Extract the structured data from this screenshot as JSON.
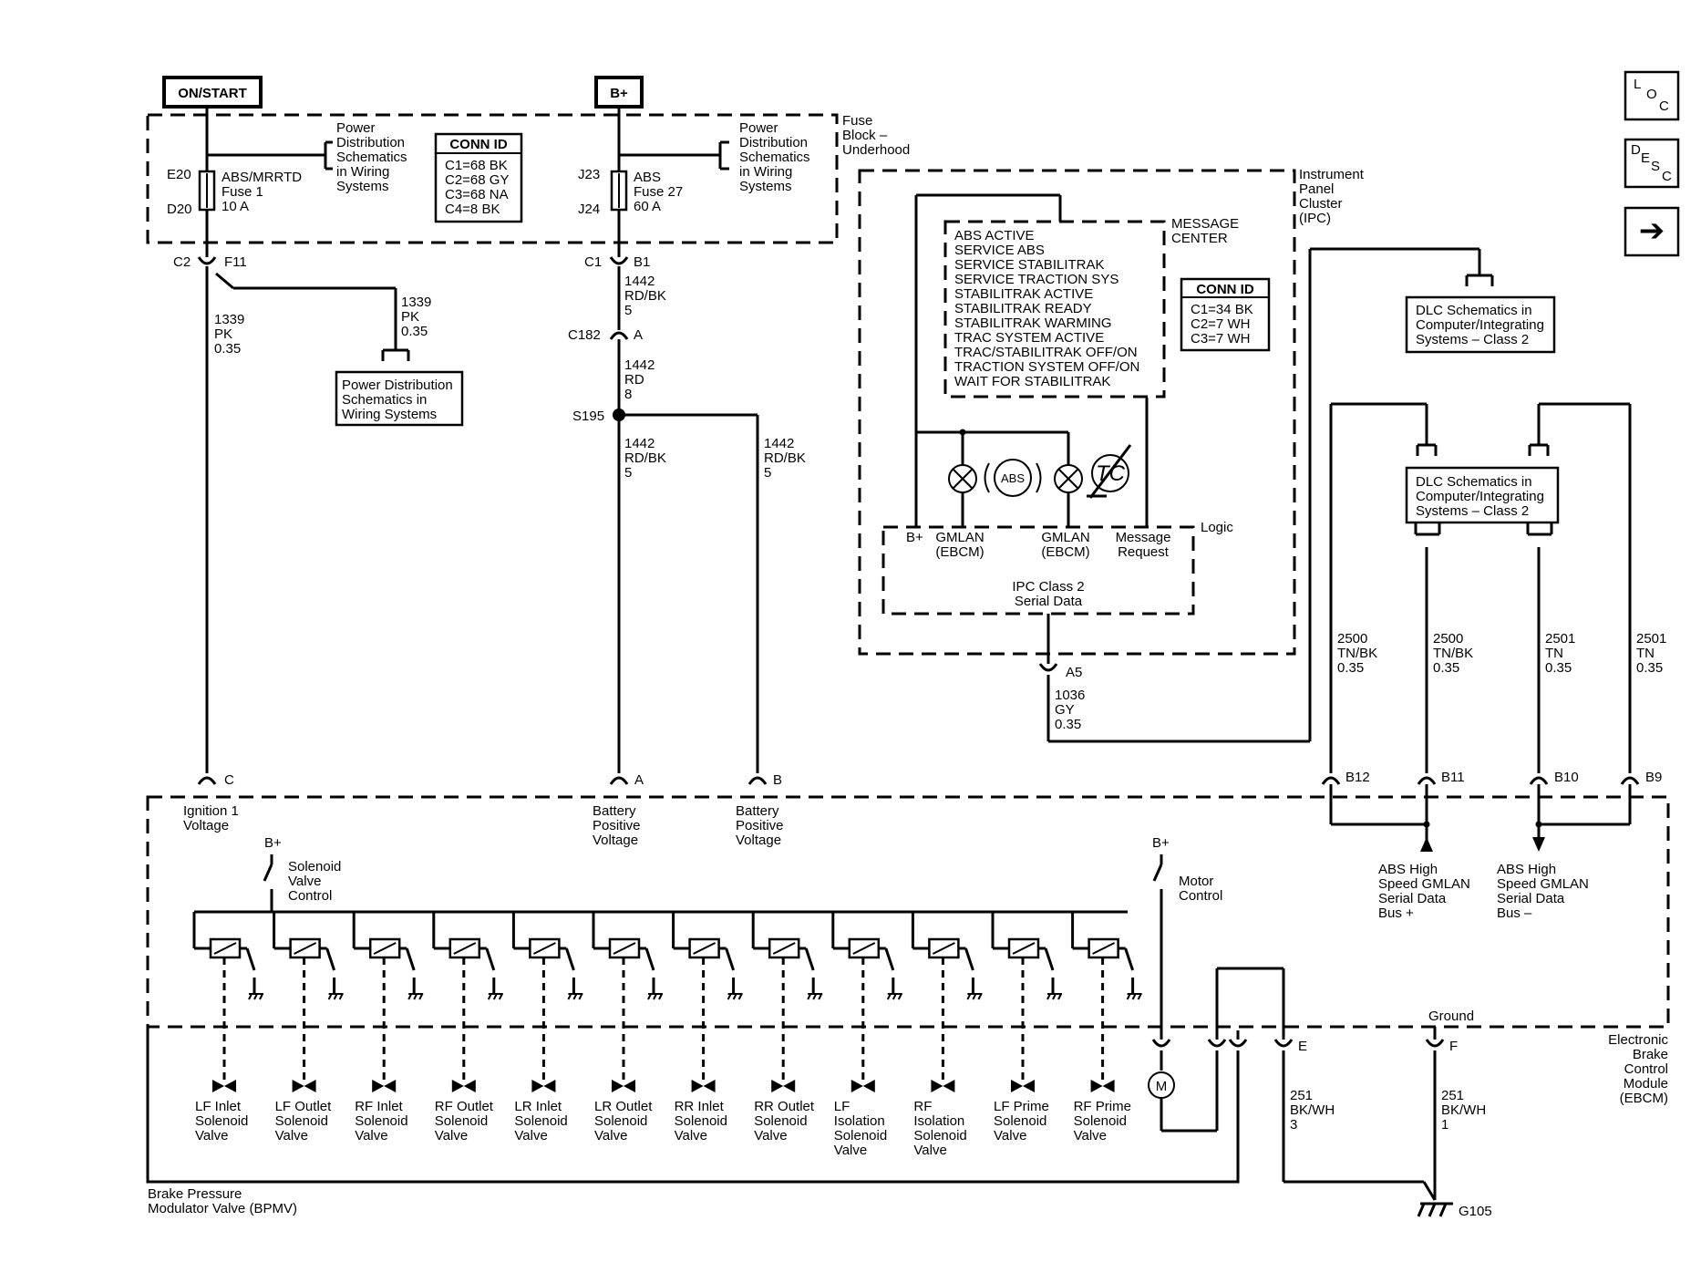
{
  "power": {
    "on_start": "ON/START",
    "bplus": "B+"
  },
  "fuse_block": {
    "label_1": "Fuse",
    "label_2": "Block –",
    "label_3": "Underhood",
    "pd_left": [
      "Power",
      "Distribution",
      "Schematics",
      "in Wiring",
      "Systems"
    ],
    "pd_right": [
      "Power",
      "Distribution",
      "Schematics",
      "in Wiring",
      "Systems"
    ],
    "conn_title": "CONN ID",
    "conn_rows": [
      "C1=68 BK",
      "C2=68 GY",
      "C3=68 NA",
      "C4=8 BK"
    ],
    "fuse1": {
      "top": "E20",
      "bottom": "D20",
      "lines": [
        "ABS/MRRTD",
        "Fuse 1",
        "10 A"
      ]
    },
    "fuse2": {
      "top": "J23",
      "bottom": "J24",
      "lines": [
        "ABS",
        "Fuse 27",
        "60 A"
      ]
    }
  },
  "connectors": {
    "c2": "C2",
    "f11": "F11",
    "c1": "C1",
    "b1": "B1",
    "c182": "C182",
    "a": "A",
    "s195": "S195",
    "ebcm_c": "C",
    "ebcm_a": "A",
    "ebcm_b": "B",
    "a5": "A5",
    "b12": "B12",
    "b11": "B11",
    "b10": "B10",
    "b9": "B9",
    "e": "E",
    "f": "F",
    "g105": "G105"
  },
  "wires": {
    "w1339_branch": [
      "1339",
      "PK",
      "0.35"
    ],
    "w1339_main": [
      "1339",
      "PK",
      "0.35"
    ],
    "w1442_a": [
      "1442",
      "RD/BK",
      "5"
    ],
    "w1442_b": [
      "1442",
      "RD",
      "8"
    ],
    "w1442_c": [
      "1442",
      "RD/BK",
      "5"
    ],
    "w1442_d": [
      "1442",
      "RD/BK",
      "5"
    ],
    "w1036": [
      "1036",
      "GY",
      "0.35"
    ],
    "w2500_a": [
      "2500",
      "TN/BK",
      "0.35"
    ],
    "w2500_b": [
      "2500",
      "TN/BK",
      "0.35"
    ],
    "w2501_a": [
      "2501",
      "TN",
      "0.35"
    ],
    "w2501_b": [
      "2501",
      "TN",
      "0.35"
    ],
    "w251_a": [
      "251",
      "BK/WH",
      "3"
    ],
    "w251_b": [
      "251",
      "BK/WH",
      "1"
    ]
  },
  "pd_box": [
    "Power Distribution",
    "Schematics in",
    "Wiring Systems"
  ],
  "ipc": {
    "label": [
      "Instrument",
      "Panel",
      "Cluster",
      "(IPC)"
    ],
    "message_center": [
      "MESSAGE",
      "CENTER"
    ],
    "messages": [
      "ABS ACTIVE",
      "SERVICE ABS",
      "SERVICE STABILITRAK",
      "SERVICE TRACTION SYS",
      "STABILITRAK ACTIVE",
      "STABILITRAK READY",
      "STABILITRAK WARMING",
      "TRAC SYSTEM ACTIVE",
      "TRAC/STABILITRAK OFF/ON",
      "TRACTION SYSTEM OFF/ON",
      "WAIT FOR STABILITRAK"
    ],
    "conn_title": "CONN ID",
    "conn_rows": [
      "C1=34 BK",
      "C2=7 WH",
      "C3=7 WH"
    ],
    "abs_symbol": "ABS",
    "tc_symbol": "TC",
    "logic": "Logic",
    "bplus": "B+",
    "gmlan1": [
      "GMLAN",
      "(EBCM)"
    ],
    "gmlan2": [
      "GMLAN",
      "(EBCM)"
    ],
    "msg_req": [
      "Message",
      "Request"
    ],
    "serial": [
      "IPC Class 2",
      "Serial Data"
    ]
  },
  "dlc_top": [
    "DLC Schematics in",
    "Computer/Integrating",
    "Systems – Class 2"
  ],
  "dlc_mid": [
    "DLC Schematics in",
    "Computer/Integrating",
    "Systems – Class 2"
  ],
  "ebcm": {
    "ign": [
      "Ignition 1",
      "Voltage"
    ],
    "batt1": [
      "Battery",
      "Positive",
      "Voltage"
    ],
    "batt2": [
      "Battery",
      "Positive",
      "Voltage"
    ],
    "bplus1": "B+",
    "bplus2": "B+",
    "svc": [
      "Solenoid",
      "Valve",
      "Control"
    ],
    "motor": [
      "Motor",
      "Control"
    ],
    "gmlan_plus": [
      "ABS High",
      "Speed GMLAN",
      "Serial Data",
      "Bus +"
    ],
    "gmlan_minus": [
      "ABS High",
      "Speed GMLAN",
      "Serial Data",
      "Bus –"
    ],
    "ground": "Ground",
    "label": [
      "Electronic",
      "Brake",
      "Control",
      "Module",
      "(EBCM)"
    ],
    "motor_symbol": "M"
  },
  "bpmv": {
    "label": [
      "Brake Pressure",
      "Modulator Valve (BPMV)"
    ],
    "valves": [
      [
        "LF Inlet",
        "Solenoid",
        "Valve"
      ],
      [
        "LF Outlet",
        "Solenoid",
        "Valve"
      ],
      [
        "RF Inlet",
        "Solenoid",
        "Valve"
      ],
      [
        "RF Outlet",
        "Solenoid",
        "Valve"
      ],
      [
        "LR Inlet",
        "Solenoid",
        "Valve"
      ],
      [
        "LR Outlet",
        "Solenoid",
        "Valve"
      ],
      [
        "RR Inlet",
        "Solenoid",
        "Valve"
      ],
      [
        "RR Outlet",
        "Solenoid",
        "Valve"
      ],
      [
        "LF",
        "Isolation",
        "Solenoid",
        "Valve"
      ],
      [
        "RF",
        "Isolation",
        "Solenoid",
        "Valve"
      ],
      [
        "LF Prime",
        "Solenoid",
        "Valve"
      ],
      [
        "RF Prime",
        "Solenoid",
        "Valve"
      ]
    ]
  },
  "nav": {
    "loc": [
      "L",
      "O",
      "C"
    ],
    "desc": [
      "D",
      "E",
      "S",
      "C"
    ],
    "next": "➔"
  }
}
